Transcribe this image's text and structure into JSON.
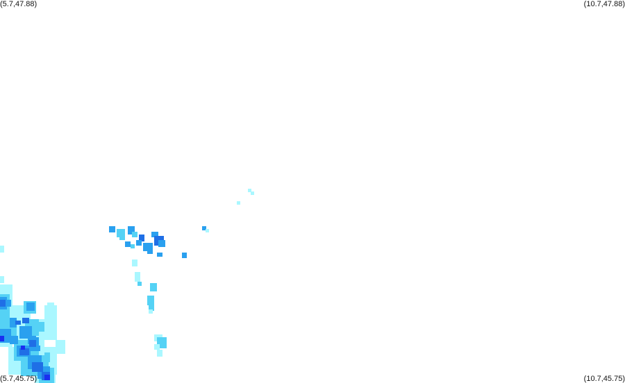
{
  "corners": {
    "top_left": "(5.7,47.88)",
    "top_right": "(10.7,47.88)",
    "bottom_left": "(5.7,45.75)",
    "bottom_right": "(10.7,45.75)"
  },
  "colors": {
    "background": "#ffffff",
    "light": "#aaf7ff",
    "medium": "#55d2f5",
    "strong": "#2aa0ef",
    "heavy": "#1f6fe6",
    "extreme": "#1a2ef0"
  }
}
